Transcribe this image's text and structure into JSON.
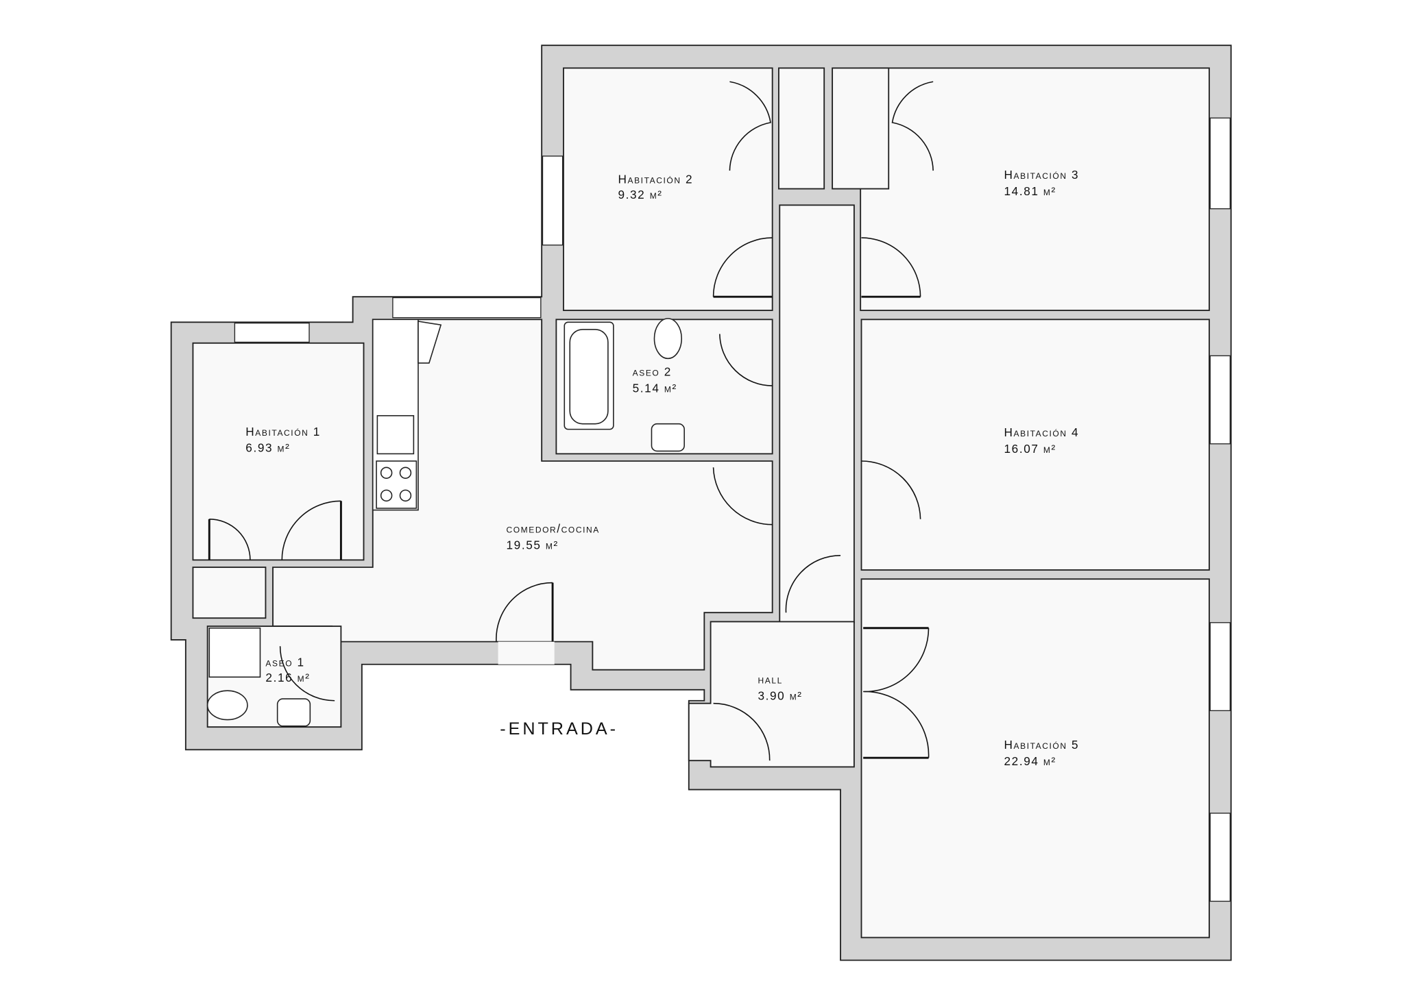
{
  "plan": {
    "entrance_label": "-ENTRADA-",
    "rooms": [
      {
        "name": "Habitación 1",
        "area": "6.93 m²"
      },
      {
        "name": "Habitación 2",
        "area": "9.32 m²"
      },
      {
        "name": "Habitación 3",
        "area": "14.81 m²"
      },
      {
        "name": "Habitación 4",
        "area": "16.07 m²"
      },
      {
        "name": "Habitación 5",
        "area": "22.94 m²"
      },
      {
        "name": "aseo 2",
        "area": "5.14 m²"
      },
      {
        "name": "aseo 1",
        "area": "2.16 m²"
      },
      {
        "name": "comedor/cocina",
        "area": "19.55 m²"
      },
      {
        "name": "hall",
        "area": "3.90 m²"
      }
    ],
    "colors": {
      "wall": "#d3d3d3",
      "floor": "#f9f9f9",
      "line": "#222222"
    }
  }
}
